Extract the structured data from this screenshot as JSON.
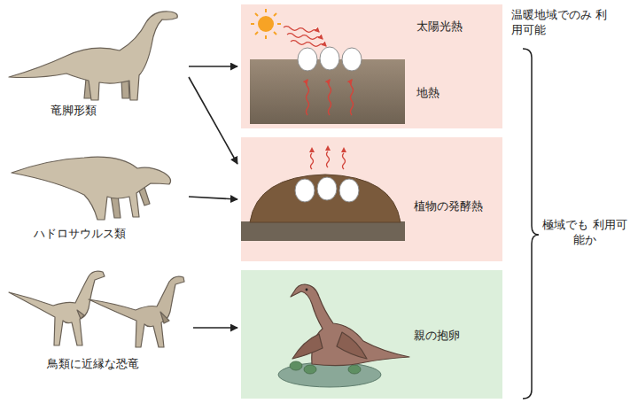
{
  "diagram": {
    "nodes": [
      {
        "text": [
          "竜脚形類"
        ]
      },
      {
        "text": [
          "ハドロサウルス類"
        ]
      },
      {
        "text": [
          "鳥類に近縁な恐竜"
        ]
      },
      {
        "text": [
          "太陽光熱",
          "地熱"
        ]
      },
      {
        "text": [
          "植物の発酵熱"
        ]
      },
      {
        "text": [
          "親の抱卵"
        ]
      }
    ],
    "edges": [
      {
        "from": 0,
        "to": 3,
        "arrow": "to"
      },
      {
        "from": 0,
        "to": 4,
        "arrow": "to"
      },
      {
        "from": 1,
        "to": 4,
        "arrow": "to"
      },
      {
        "from": 2,
        "to": 5,
        "arrow": "to"
      }
    ],
    "labels": [
      "温暖地域でのみ 利用可能",
      "極域でも 利用可能か"
    ]
  }
}
